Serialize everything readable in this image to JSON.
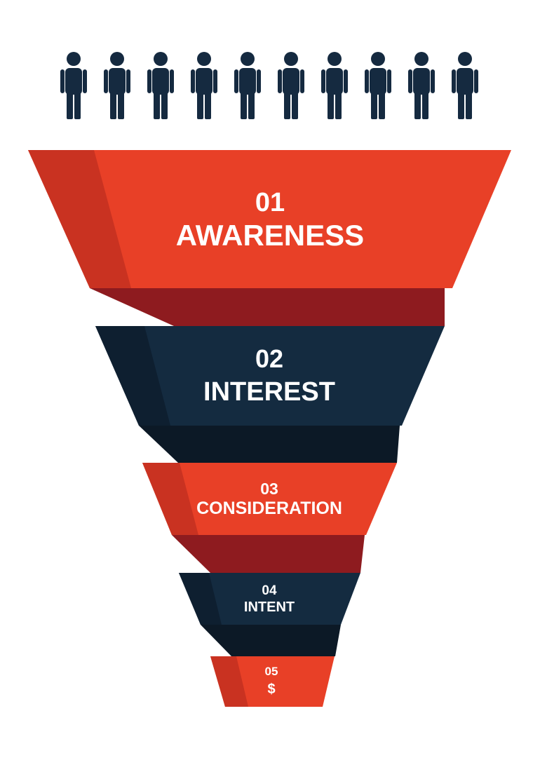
{
  "people": {
    "count": 10,
    "icon": "person-icon",
    "color": "#152a40"
  },
  "colors": {
    "red": "#e84027",
    "red_dark": "#c93221",
    "red_ribbon": "#8e1b1f",
    "navy": "#142b40",
    "navy_dark": "#0e1f30",
    "navy_ribbon": "#0c1926",
    "text": "#ffffff"
  },
  "stages": [
    {
      "number": "01",
      "label": "AWARENESS",
      "color": "red"
    },
    {
      "number": "02",
      "label": "INTEREST",
      "color": "navy"
    },
    {
      "number": "03",
      "label": "CONSIDERATION",
      "color": "red"
    },
    {
      "number": "04",
      "label": "INTENT",
      "color": "navy"
    },
    {
      "number": "05",
      "label": "$",
      "color": "red"
    }
  ]
}
